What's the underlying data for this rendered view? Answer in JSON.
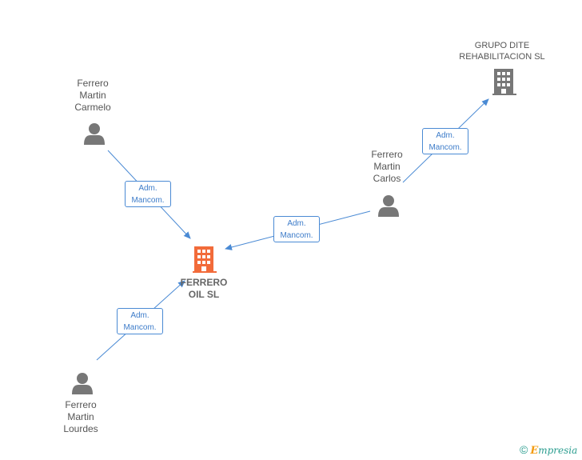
{
  "nodes": {
    "carmelo": {
      "line1": "Ferrero",
      "line2": "Martin",
      "line3": "Carmelo"
    },
    "carlos": {
      "line1": "Ferrero",
      "line2": "Martin",
      "line3": "Carlos"
    },
    "lourdes": {
      "line1": "Ferrero",
      "line2": "Martin",
      "line3": "Lourdes"
    },
    "grupo": {
      "line1": "GRUPO DITE",
      "line2": "REHABILITACION SL"
    },
    "main": {
      "line1": "FERRERO",
      "line2": "OIL SL"
    }
  },
  "edges": {
    "carmelo_main": {
      "line1": "Adm.",
      "line2": "Mancom."
    },
    "carlos_main": {
      "line1": "Adm.",
      "line2": "Mancom."
    },
    "carlos_grupo": {
      "line1": "Adm.",
      "line2": "Mancom."
    },
    "lourdes_main": {
      "line1": "Adm.",
      "line2": "Mancom."
    }
  },
  "colors": {
    "edge": "#4a8ad4",
    "person": "#777777",
    "company": "#777777",
    "main_company": "#f26b3a"
  },
  "footer": {
    "copyright": "©",
    "brand_initial": "E",
    "brand_rest": "mpresia"
  }
}
